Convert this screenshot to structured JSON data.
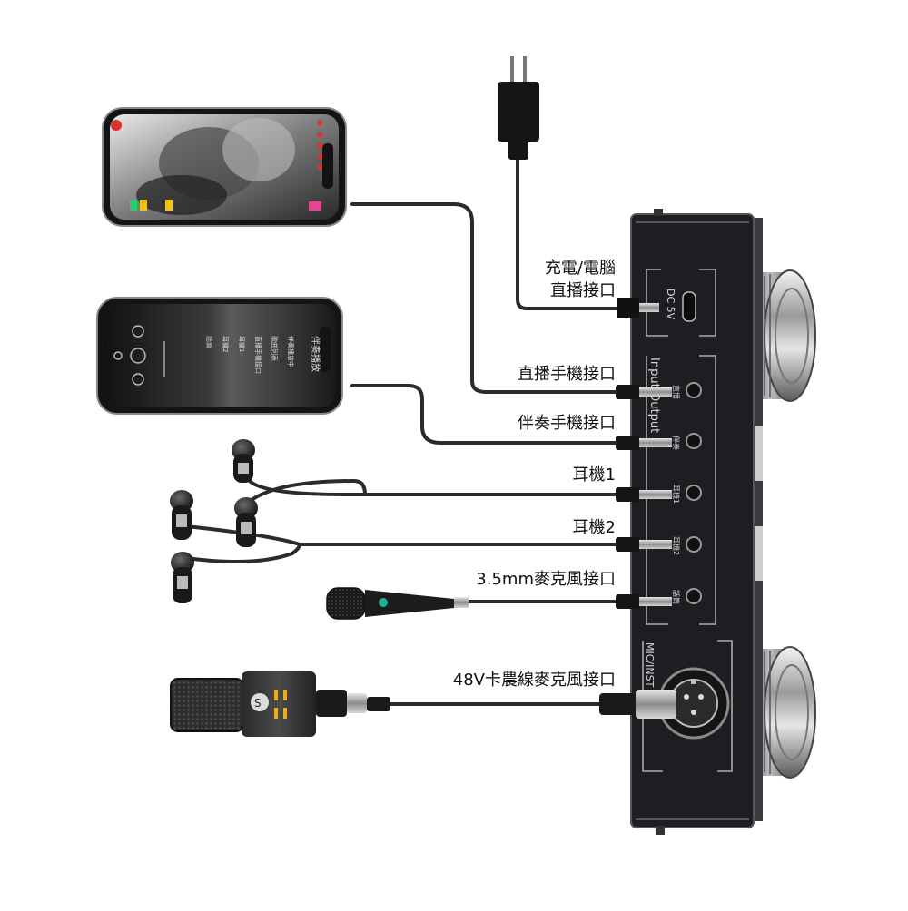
{
  "labels": {
    "charge_line1": "充電/電腦",
    "charge_line2": "直播接口",
    "live_phone": "直播手機接口",
    "accomp_phone": "伴奏手機接口",
    "earphone1": "耳機1",
    "earphone2": "耳機2",
    "mic35": "3.5mm麥克風接口",
    "xlr": "48V卡農線麥克風接口"
  },
  "device": {
    "input_output": "Input/Output",
    "mic_inst": "MIC/INST",
    "dc": "DC 5V",
    "port_marks": [
      "直播",
      "伴奏",
      "耳機1",
      "耳機2",
      "話筒"
    ]
  },
  "phone2": {
    "title": "伴奏播放",
    "items": [
      "伴奏播放中",
      "歌曲列表",
      "直播手機接口",
      "耳機1",
      "耳機2",
      "話筒"
    ]
  },
  "colors": {
    "device_body": "#1e1e22",
    "cable": "#2b2b2b",
    "accent_red": "#d9342b",
    "mic_accent": "#1bb39a",
    "condenser_logo": "#f2a81d"
  }
}
